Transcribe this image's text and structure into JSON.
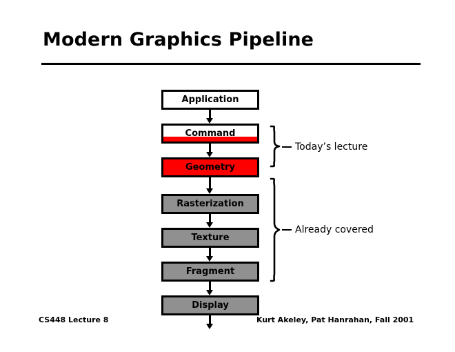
{
  "slide": {
    "title": "Modern Graphics Pipeline"
  },
  "pipeline": {
    "stages": [
      {
        "label": "Application",
        "fill": "white",
        "partial": false
      },
      {
        "label": "Command",
        "fill": "white",
        "partial": true
      },
      {
        "label": "Geometry",
        "fill": "red",
        "partial": false
      },
      {
        "label": "Rasterization",
        "fill": "gray",
        "partial": false
      },
      {
        "label": "Texture",
        "fill": "gray",
        "partial": false
      },
      {
        "label": "Fragment",
        "fill": "gray",
        "partial": false
      },
      {
        "label": "Display",
        "fill": "gray",
        "partial": false
      }
    ]
  },
  "annotations": {
    "todays_lecture": "Today’s lecture",
    "already_covered": "Already covered"
  },
  "footer": {
    "left": "CS448 Lecture 8",
    "right": "Kurt Akeley, Pat Hanrahan, Fall 2001"
  },
  "colors": {
    "red": "#ff0000",
    "gray": "#909090",
    "white": "#ffffff",
    "ink": "#000000"
  }
}
